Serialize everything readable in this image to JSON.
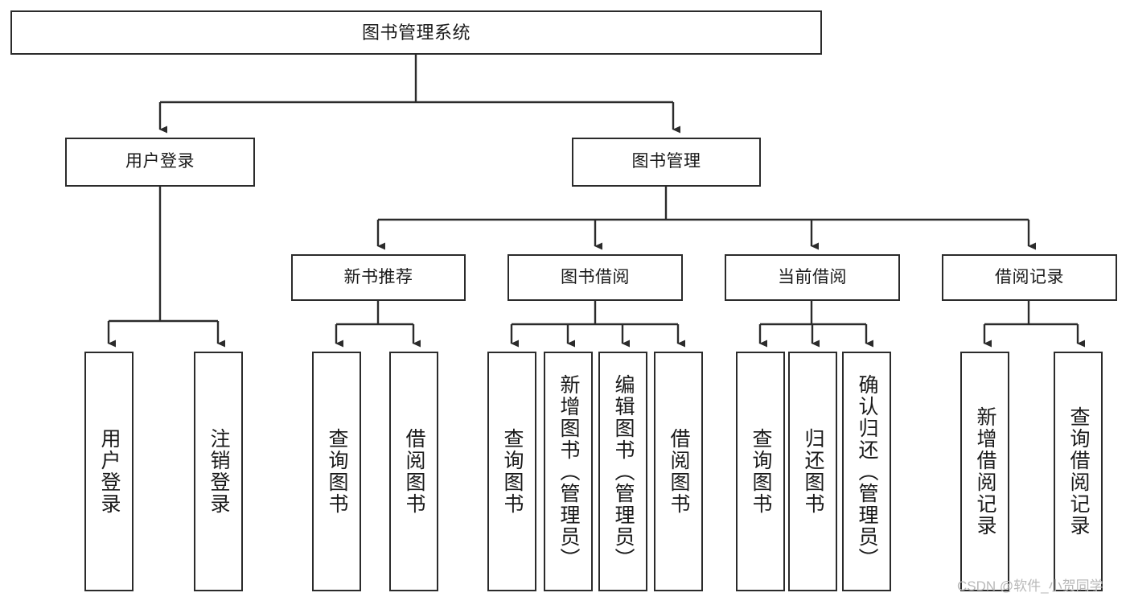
{
  "diagram": {
    "title": "图书管理系统",
    "type": "functional-structure-tree",
    "watermark": "CSDN @软件_小贺同学",
    "stroke_color": "#2b2b2b",
    "fill_color": "#ffffff",
    "text_color": "#1a1a1a",
    "watermark_color": "#b9b9b9"
  },
  "nodes": {
    "root": {
      "label": "图书管理系统"
    },
    "level2": [
      {
        "id": "user-login",
        "label": "用户登录"
      },
      {
        "id": "book-manage",
        "label": "图书管理"
      }
    ],
    "level3": [
      {
        "id": "new-book-recommend",
        "label": "新书推荐"
      },
      {
        "id": "book-borrow",
        "label": "图书借阅"
      },
      {
        "id": "current-borrow",
        "label": "当前借阅"
      },
      {
        "id": "borrow-record",
        "label": "借阅记录"
      }
    ],
    "leaves": {
      "user-login": [
        {
          "id": "leaf-user-login",
          "label": "用户登录"
        },
        {
          "id": "leaf-logout",
          "label": "注销登录"
        }
      ],
      "new-book-recommend": [
        {
          "id": "leaf-query-book-1",
          "label": "查询图书"
        },
        {
          "id": "leaf-borrow-book-1",
          "label": "借阅图书"
        }
      ],
      "book-borrow": [
        {
          "id": "leaf-query-book-2",
          "label": "查询图书"
        },
        {
          "id": "leaf-add-book",
          "label": "新增图书（管理员）"
        },
        {
          "id": "leaf-edit-book",
          "label": "编辑图书（管理员）"
        },
        {
          "id": "leaf-borrow-book-2",
          "label": "借阅图书"
        }
      ],
      "current-borrow": [
        {
          "id": "leaf-query-book-3",
          "label": "查询图书"
        },
        {
          "id": "leaf-return-book",
          "label": "归还图书"
        },
        {
          "id": "leaf-confirm-return",
          "label": "确认归还（管理员）"
        }
      ],
      "borrow-record": [
        {
          "id": "leaf-add-record",
          "label": "新增借阅记录"
        },
        {
          "id": "leaf-query-record",
          "label": "查询借阅记录"
        }
      ]
    }
  }
}
